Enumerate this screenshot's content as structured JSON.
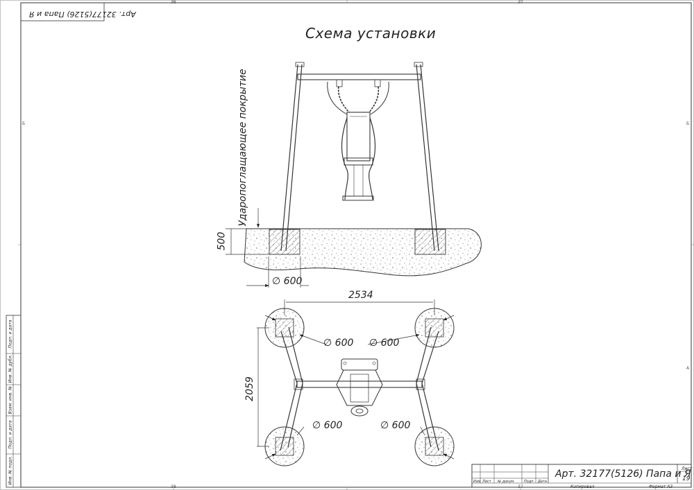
{
  "drawing": {
    "title": "Схема установки",
    "stamp_top": "Арт. 32177(5126) Папа и Я",
    "surface_label": "Ударопоглащающее покрытие",
    "dim_depth": "500",
    "dim_dia_side": "600",
    "dim_width": "2534",
    "dim_length": "2059",
    "plan_dia_labels": [
      "600",
      "600",
      "600",
      "600"
    ]
  },
  "title_block": {
    "article": "Арт. 32177(5126) Папа и Я",
    "sheet_label": "Лист",
    "sheet_number": "19",
    "columns": [
      "Изм",
      "Лист",
      "№ докум.",
      "Подп.",
      "Дата"
    ],
    "copied_label": "Копировал",
    "format_label": "Формат А3"
  },
  "side_stamp": {
    "labels": [
      "Подп. и дата",
      "Инв. № дубл.",
      "Взам. инв. №",
      "Подп. и дата",
      "Инв. № подл."
    ]
  },
  "zones": {
    "top": [
      "38",
      "37"
    ],
    "bottom": [
      "38",
      "37"
    ],
    "left": [
      "Б"
    ],
    "right": [
      "Б",
      "А"
    ]
  }
}
